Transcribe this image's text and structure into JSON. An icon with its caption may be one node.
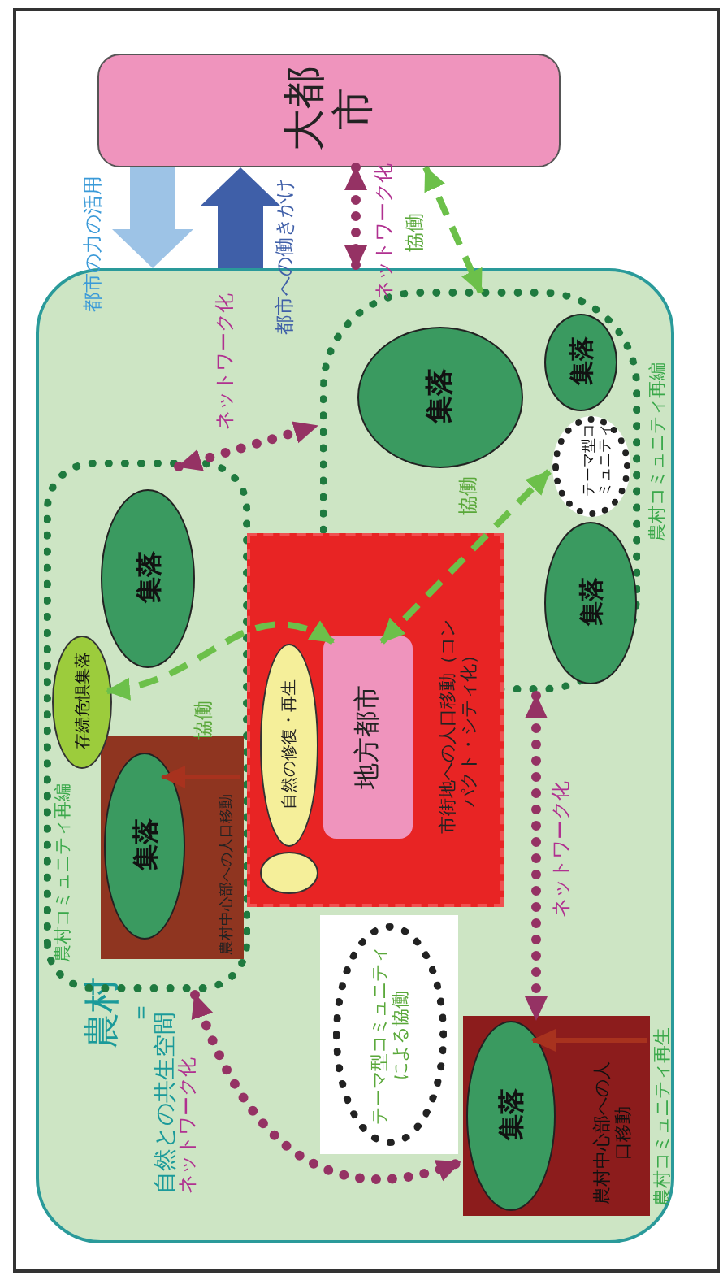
{
  "diagram": {
    "nodes": [
      {
        "text": [
          "大都市"
        ]
      },
      {
        "text": [
          "農村",
          "＝",
          "自然との共生空間"
        ]
      },
      {
        "text": [
          "農村コミュニティ再編"
        ],
        "in": 1
      },
      {
        "text": [
          "集落"
        ],
        "in": 2
      },
      {
        "text": [
          "集落"
        ],
        "in": 2
      },
      {
        "text": [
          "集落"
        ],
        "in": 2
      },
      {
        "text": [
          "テーマ型コミュニティ"
        ],
        "in": 2
      },
      {
        "text": [
          "農村コミュニティ再編"
        ],
        "in": 1
      },
      {
        "text": [
          "集落"
        ],
        "in": 7
      },
      {
        "text": [
          "農村中心部への人口移動"
        ],
        "in": 7
      },
      {
        "text": [
          "集落"
        ],
        "in": 9
      },
      {
        "text": [
          "存続危惧集落"
        ],
        "in": 7
      },
      {
        "text": [
          "市街地への人口移動（コンパクト・シティ化）"
        ],
        "in": 1
      },
      {
        "text": [
          "地方都市"
        ],
        "in": 12
      },
      {
        "text": [
          "自然の修復・再生"
        ],
        "in": 12
      },
      {
        "text": [],
        "shape": "circle",
        "in": 12
      },
      {
        "text": [
          "テーマ型コミュニティによる協働"
        ],
        "in": 1
      },
      {
        "text": [
          "農村中心部への人口移動"
        ],
        "beside": [
          "農村コミュニティ再生"
        ],
        "in": 1
      },
      {
        "text": [
          "集落"
        ],
        "in": 17
      }
    ],
    "edges": [
      {
        "from": 0,
        "to": 1,
        "arrow": "to",
        "label": "都市の力の活用",
        "style": "thick",
        "color": "#9dc3e6"
      },
      {
        "from": 1,
        "to": 0,
        "arrow": "to",
        "label": "都市への働きかけ",
        "style": "thick",
        "color": "#3f5fa8"
      },
      {
        "from": 0,
        "to": 1,
        "arrow": "both",
        "label": "ネットワーク化",
        "style": "dashed"
      },
      {
        "from": 0,
        "to": 2,
        "arrow": "both",
        "label": "協働",
        "style": "dashed",
        "color": "#6cc04a"
      },
      {
        "from": 7,
        "to": 2,
        "arrow": "both",
        "label": "ネットワーク化",
        "style": "dashed"
      },
      {
        "from": 11,
        "to": 13,
        "arrow": "both",
        "label": "協働",
        "style": "dashed",
        "color": "#6cc04a"
      },
      {
        "from": 13,
        "to": 6,
        "arrow": "both",
        "label": "協働",
        "style": "dashed",
        "color": "#6cc04a"
      },
      {
        "from": 2,
        "to": 17,
        "arrow": "both",
        "label": "ネットワーク化",
        "style": "dashed"
      },
      {
        "from": 7,
        "to": 17,
        "arrow": "both",
        "label": "ネットワーク化",
        "style": "dashed"
      },
      {
        "from": 9,
        "to": 10,
        "arrow": "to",
        "color": "#a8321e"
      },
      {
        "from": 17,
        "to": 18,
        "arrow": "to",
        "color": "#a8321e"
      }
    ]
  }
}
